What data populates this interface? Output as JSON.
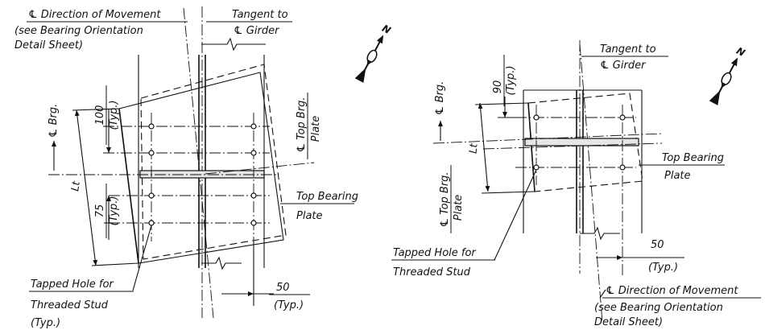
{
  "left_detail": {
    "direction_of_movement": {
      "line1": "℄ Direction of Movement",
      "line2": "(see Bearing Orientation",
      "line3": "Detail Sheet)"
    },
    "tangent_to_girder": {
      "line1": "Tangent to",
      "line2": "℄ Girder"
    },
    "brg_centerline": "℄ Brg.",
    "top_brg_plate_centerline": {
      "line1": "℄ Top Brg.",
      "line2": "Plate"
    },
    "dim_100": {
      "value": "100",
      "note": "(Typ.)"
    },
    "dim_75": {
      "value": "75",
      "note": "(Typ.)"
    },
    "lt": "Lt",
    "top_bearing_plate": {
      "line1": "Top Bearing",
      "line2": "Plate"
    },
    "tapped_hole": {
      "line1": "Tapped Hole for",
      "line2": "Threaded Stud",
      "line3": "(Typ.)"
    },
    "dim_50": {
      "value": "50",
      "note": "(Typ.)"
    }
  },
  "right_detail": {
    "tangent_to_girder": {
      "line1": "Tangent to",
      "line2": "℄ Girder"
    },
    "dim_90": {
      "value": "90",
      "note": "(Typ.)"
    },
    "brg_centerline": "℄ Brg.",
    "lt": "Lt",
    "top_brg_plate_centerline": {
      "line1": "℄ Top Brg.",
      "line2": "Plate"
    },
    "top_bearing_plate": {
      "line1": "Top Bearing",
      "line2": "Plate"
    },
    "tapped_hole": {
      "line1": "Tapped Hole for",
      "line2": "Threaded Stud"
    },
    "dim_50": {
      "value": "50",
      "note": "(Typ.)"
    },
    "direction_of_movement": {
      "line1": "℄ Direction of Movement",
      "line2": "(see Bearing Orientation",
      "line3": "Detail Sheet)"
    }
  },
  "north_arrow_label": "N"
}
